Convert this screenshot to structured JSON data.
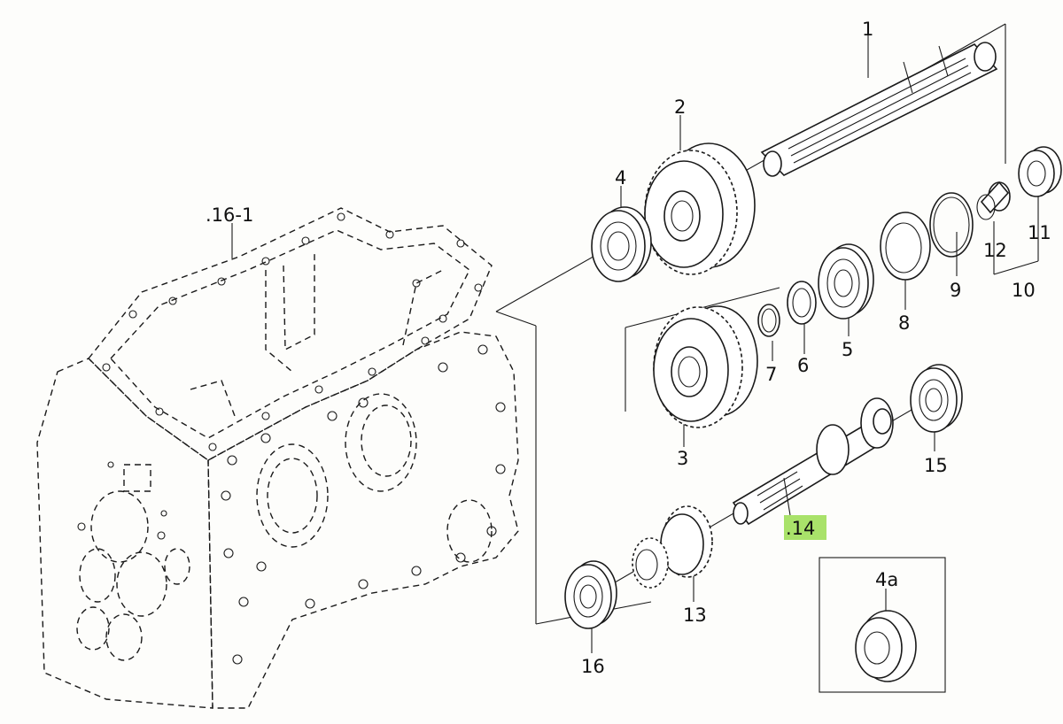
{
  "diagram": {
    "type": "exploded-parts-view",
    "highlight_color": "#a9e26a",
    "highlighted_part": "14",
    "labels": {
      "p1": "1",
      "p2": "2",
      "p3": "3",
      "p4": "4",
      "p4a": "4a",
      "p5": "5",
      "p6": "6",
      "p7": "7",
      "p8": "8",
      "p9": "9",
      "p10": "10",
      "p11": "11",
      "p12": "12",
      "p13": "13",
      "p14": ".14",
      "p15": "15",
      "p16": "16",
      "p16_1": ".16-1"
    }
  }
}
